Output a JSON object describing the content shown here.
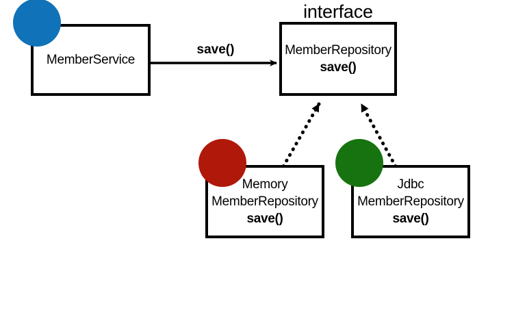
{
  "diagram": {
    "title": "interface",
    "stereotype_label": "interface",
    "colors": {
      "blue_blob": "#1072b8",
      "red_blob": "#b01809",
      "green_blob": "#17730f",
      "stroke": "#000000",
      "background": "#ffffff"
    },
    "nodes": [
      {
        "id": "member-service",
        "lines": [
          "MemberService"
        ],
        "bold_lines": [],
        "blob_color": "#1072b8",
        "blob_name": "blue-blob"
      },
      {
        "id": "member-repository",
        "lines": [
          "MemberRepository",
          "save()"
        ],
        "bold_lines": [
          "save()"
        ],
        "stereotype": "interface"
      },
      {
        "id": "memory-member-repository",
        "lines": [
          "Memory",
          "MemberRepository",
          "save()"
        ],
        "bold_lines": [
          "save()"
        ],
        "blob_color": "#b01809",
        "blob_name": "red-blob"
      },
      {
        "id": "jdbc-member-repository",
        "lines": [
          "Jdbc",
          "MemberRepository",
          "save()"
        ],
        "bold_lines": [
          "save()"
        ],
        "blob_color": "#17730f",
        "blob_name": "green-blob"
      }
    ],
    "edges": [
      {
        "id": "call-save",
        "from": "member-service",
        "to": "member-repository",
        "label": "save()",
        "style": "solid",
        "arrow": "open-filled"
      },
      {
        "id": "realize-memory",
        "from": "memory-member-repository",
        "to": "member-repository",
        "label": "",
        "style": "dotted",
        "arrow": "triangle"
      },
      {
        "id": "realize-jdbc",
        "from": "jdbc-member-repository",
        "to": "member-repository",
        "label": "",
        "style": "dotted",
        "arrow": "triangle"
      }
    ],
    "nodes_text": {
      "member_service": {
        "line1": "MemberService"
      },
      "member_repository": {
        "line1": "MemberRepository",
        "line2": "save()"
      },
      "memory_member_repository": {
        "line1": "Memory",
        "line2": "MemberRepository",
        "line3": "save()"
      },
      "jdbc_member_repository": {
        "line1": "Jdbc",
        "line2": "MemberRepository",
        "line3": "save()"
      }
    },
    "edge_text": {
      "save_call": "save()"
    }
  }
}
